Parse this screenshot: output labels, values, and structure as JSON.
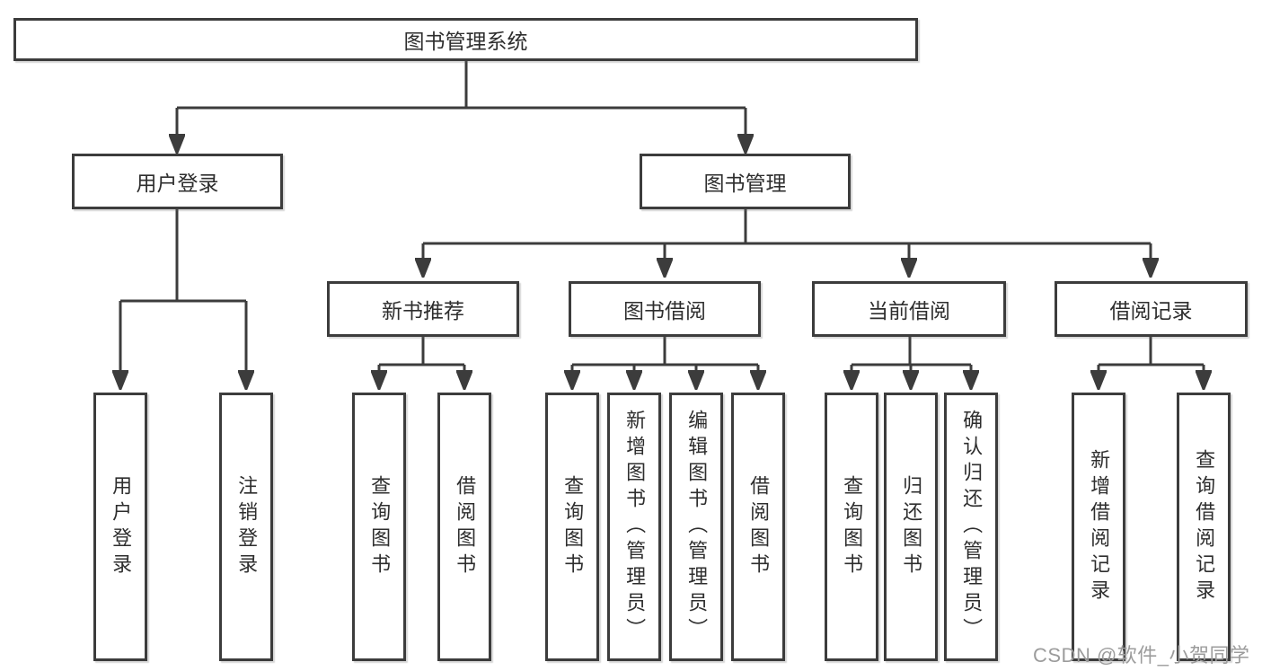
{
  "diagram": {
    "root": {
      "label": "图书管理系统"
    },
    "branches": [
      {
        "label": "用户登录",
        "children": [
          {
            "label": "用户登录"
          },
          {
            "label": "注销登录"
          }
        ]
      },
      {
        "label": "图书管理",
        "groups": [
          {
            "label": "新书推荐",
            "children": [
              {
                "label": "查询图书"
              },
              {
                "label": "借阅图书"
              }
            ]
          },
          {
            "label": "图书借阅",
            "children": [
              {
                "label": "查询图书"
              },
              {
                "label": "新增图书（管理员）"
              },
              {
                "label": "编辑图书（管理员）"
              },
              {
                "label": "借阅图书"
              }
            ]
          },
          {
            "label": "当前借阅",
            "children": [
              {
                "label": "查询图书"
              },
              {
                "label": "归还图书"
              },
              {
                "label": "确认归还（管理员）"
              }
            ]
          },
          {
            "label": "借阅记录",
            "children": [
              {
                "label": "新增借阅记录"
              },
              {
                "label": "查询借阅记录"
              }
            ]
          }
        ]
      }
    ]
  },
  "watermark": {
    "text": "CSDN @软件_小贺同学"
  },
  "colors": {
    "line": "#3c3c3c",
    "text": "#2e2e2e",
    "background": "#ffffff",
    "watermark": "#9c9c9c"
  }
}
